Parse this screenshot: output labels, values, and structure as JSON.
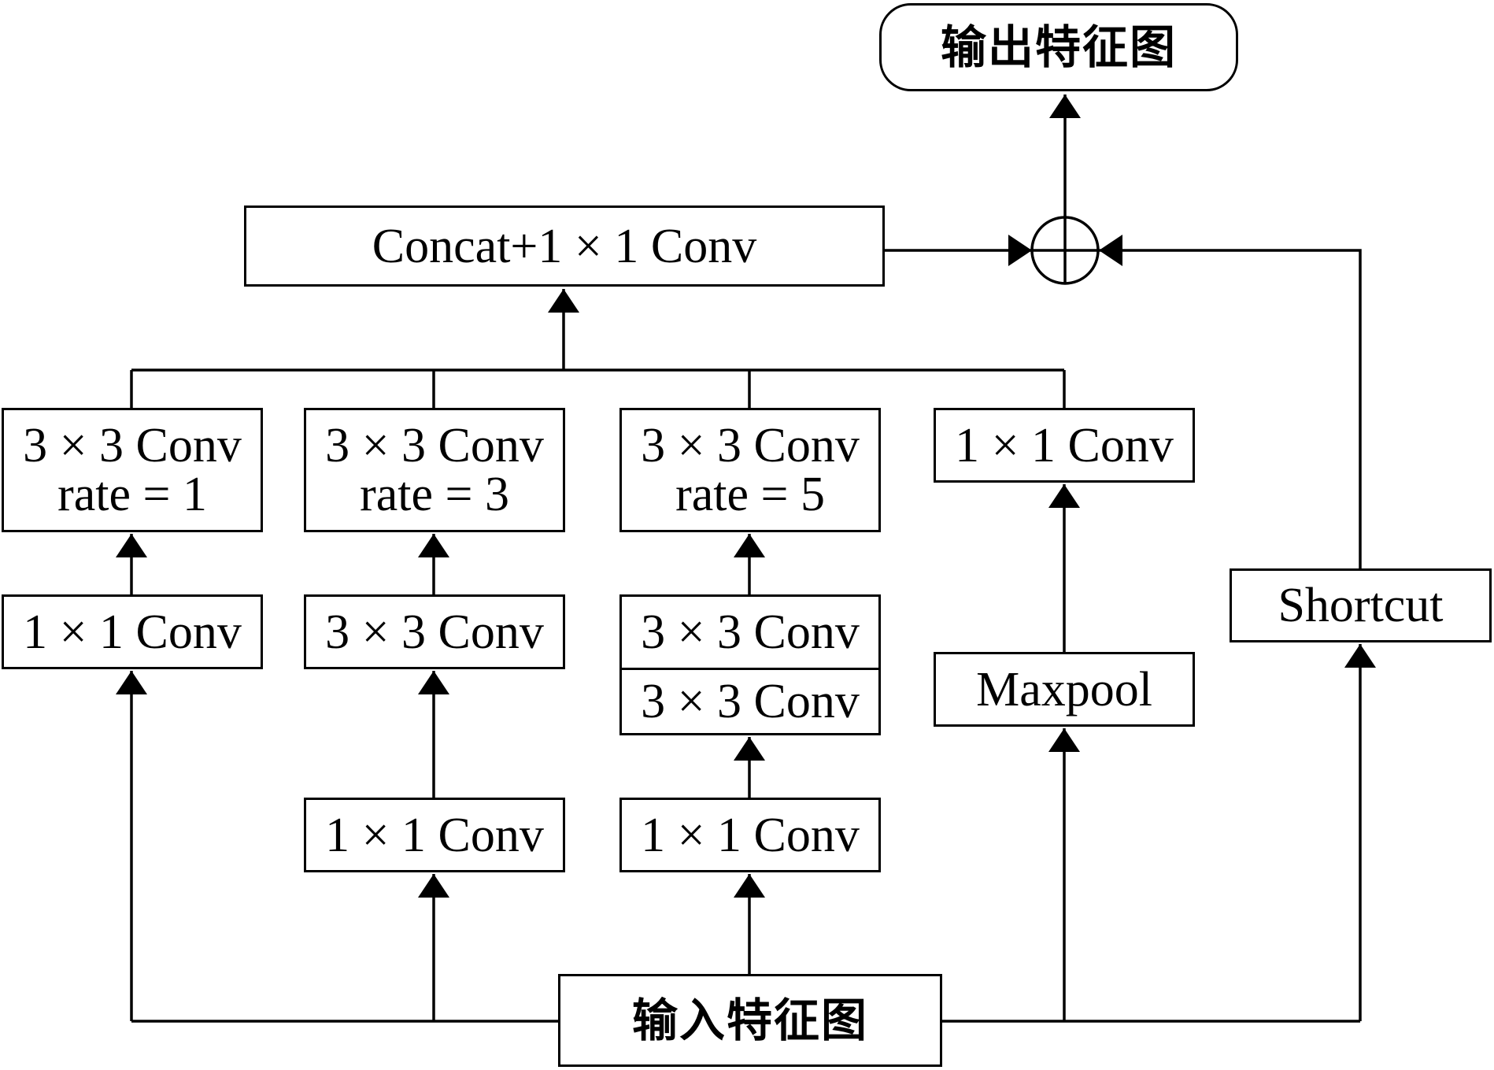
{
  "nodes": {
    "output": "输出特征图",
    "input": "输入特征图",
    "concat": "Concat+1 × 1 Conv",
    "b1_top_l1": "3 × 3 Conv",
    "b1_top_l2": "rate = 1",
    "b1_bottom": "1 × 1 Conv",
    "b2_top_l1": "3 × 3 Conv",
    "b2_top_l2": "rate = 3",
    "b2_mid": "3 × 3 Conv",
    "b2_bottom": "1 × 1 Conv",
    "b3_top_l1": "3 × 3 Conv",
    "b3_top_l2": "rate = 5",
    "b3_mid_a": "3 × 3 Conv",
    "b3_mid_b": "3 × 3 Conv",
    "b3_bottom": "1 × 1 Conv",
    "b4_top": "1 × 1 Conv",
    "b4_pool": "Maxpool",
    "shortcut": "Shortcut"
  }
}
